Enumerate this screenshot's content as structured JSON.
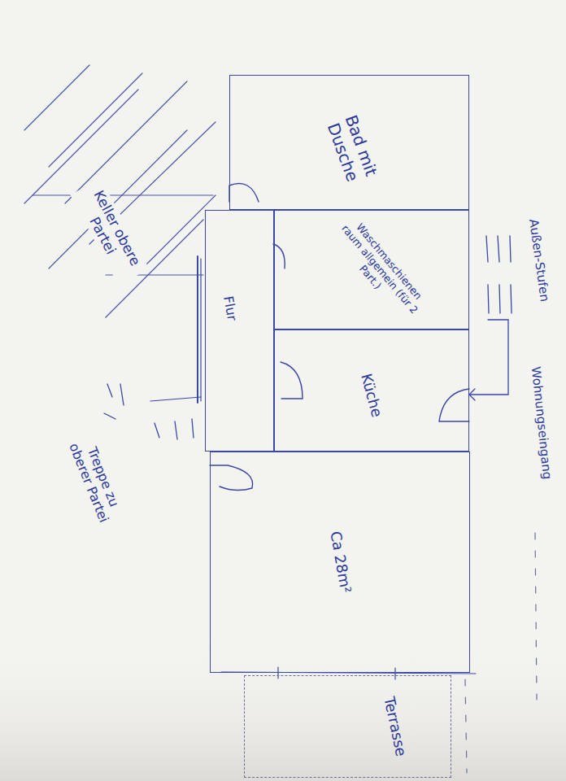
{
  "diagram": {
    "nodes": [
      {
        "text": [
          "Bad mit Dusche"
        ]
      },
      {
        "text": [
          "Waschmaschienen raum allgemein (für 2 Part.)"
        ]
      },
      {
        "text": [
          "Küche"
        ]
      },
      {
        "text": [
          "Flur"
        ]
      },
      {
        "text": [
          "Ca 28m²"
        ]
      },
      {
        "text": [
          "Terrasse"
        ]
      }
    ],
    "edges": [],
    "labels": [
      "Außen-Stufen",
      "Wohnungseingang",
      "Keller obere Partei",
      "Treppe zu oberer Partei"
    ]
  }
}
